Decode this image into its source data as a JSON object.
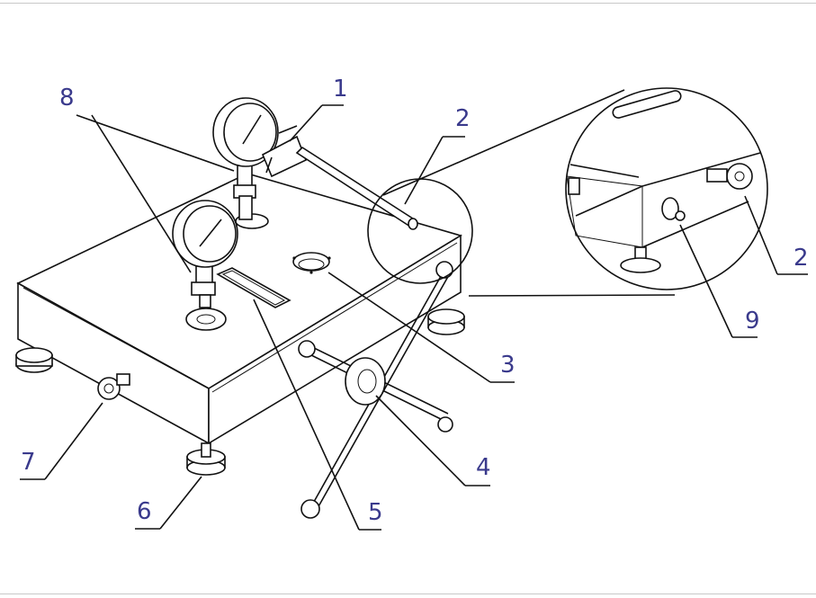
{
  "callouts": [
    {
      "id": "1",
      "label": "1"
    },
    {
      "id": "2a",
      "label": "2"
    },
    {
      "id": "2b",
      "label": "2"
    },
    {
      "id": "3",
      "label": "3"
    },
    {
      "id": "4",
      "label": "4"
    },
    {
      "id": "5",
      "label": "5"
    },
    {
      "id": "6",
      "label": "6"
    },
    {
      "id": "7",
      "label": "7"
    },
    {
      "id": "8",
      "label": "8"
    },
    {
      "id": "9",
      "label": "9"
    }
  ],
  "colors": {
    "line": "#111111",
    "callout_text": "#3a3a8c",
    "background": "#ffffff"
  }
}
